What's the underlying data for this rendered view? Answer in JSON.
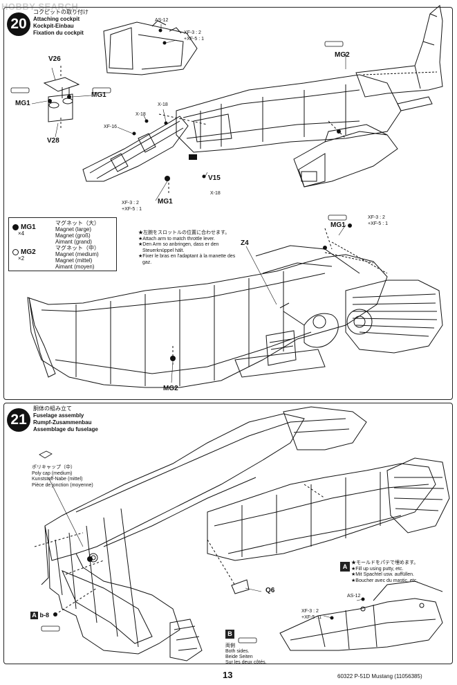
{
  "watermark": "HOBBY SEARCH",
  "step20": {
    "number": "20",
    "title_jp": "コクピットの取り付け",
    "title_en": "Attaching cockpit",
    "title_de": "Kockpit-Einbau",
    "title_fr": "Fixation du cockpit"
  },
  "step21": {
    "number": "21",
    "title_jp": "胴体の組み立て",
    "title_en": "Fuselage assembly",
    "title_de": "Rumpf-Zusammenbau",
    "title_fr": "Assemblage du fuselage"
  },
  "labels": {
    "as12_a": "AS-12",
    "xf3_a": "XF-3 : 2",
    "xf5_a": "+XF-5 : 1",
    "mg2_top": "MG2",
    "v26": "V26",
    "mg1_left": "MG1",
    "mg1_right": "MG1",
    "v28": "V28",
    "x18_a": "X-18",
    "x18_b": "X-18",
    "xf16": "XF-16",
    "v15": "V15",
    "x18_c": "X-18",
    "xf3_b": "XF-3 : 2",
    "xf5_b": "+XF-5 : 1",
    "mg1_bottom": "MG1",
    "xf3_c": "XF-3 : 2",
    "xf5_c": "+XF-5 : 1",
    "mg1_mid": "MG1",
    "z4": "Z4",
    "mg2_bottom": "MG2",
    "q6": "Q6",
    "as12_b": "AS-12",
    "xf3_d": "XF-3 : 2",
    "xf5_d": "+XF-5 : 1",
    "b8": "b-8"
  },
  "legend": {
    "mg1": {
      "code": "MG1",
      "count": "×4",
      "jp": "マグネット（大）",
      "en": "Magnet (large)",
      "de": "Magnet (groß)",
      "fr": "Aimant (grand)"
    },
    "mg2": {
      "code": "MG2",
      "count": "×2",
      "jp": "マグネット（中）",
      "en": "Magnet (medium)",
      "de": "Magnet (mittel)",
      "fr": "Aimant (moyen)"
    }
  },
  "note_arm": [
    "★左腕をスロットルの位置に合わせます。",
    "★Attach arm to match throttle lever.",
    "★Den Arm so anbringen, dass er den",
    "Steuerknüppel hält.",
    "★Fixer le bras en l'adaptant à la manette des",
    "gaz."
  ],
  "polycap": {
    "jp": "ポリキャップ（中）",
    "en": "Poly cap (medium)",
    "de": "Kunststoff-Nabe (mittel)",
    "fr": "Pièce de jonction (moyenne)"
  },
  "note_a": {
    "letter": "A",
    "lines": [
      "★モールドをパテで埋めます。",
      "★Fill up using putty, etc.",
      "★Mit Spachtel usw. auffüllen.",
      "★Boucher avec du mastic, etc."
    ]
  },
  "note_b": {
    "letter": "B",
    "jp": "両側",
    "en": "Both sides.",
    "de": "Beide Seiten",
    "fr": "Sur les deux côtés."
  },
  "a_marker": "A",
  "page_number": "13",
  "footer": "60322  P-51D Mustang (11056385)"
}
